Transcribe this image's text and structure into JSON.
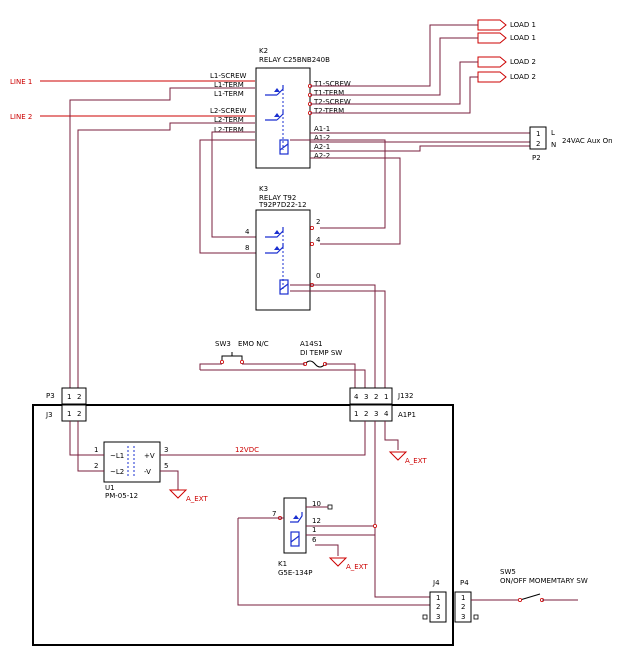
{
  "loads": [
    "LOAD 1",
    "LOAD 1",
    "LOAD 2",
    "LOAD 2"
  ],
  "lines": [
    "LINE 1",
    "LINE 2"
  ],
  "k2": {
    "ref": "K2",
    "part": "RELAY C25BNB240B",
    "left_pins": [
      "L1-SCREW",
      "L1-TERM",
      "L1-TERM",
      "L2-SCREW",
      "L2-TERM",
      "L2-TERM"
    ],
    "right_pins": [
      "T1-SCREW",
      "T1-TERM",
      "T2-SCREW",
      "T2-TERM",
      "A1-1",
      "A1-2",
      "A2-1",
      "A2-2"
    ]
  },
  "p2": {
    "ref": "P2",
    "pin1": "1",
    "pin2": "2",
    "l": "L",
    "n": "N",
    "label": "24VAC Aux On"
  },
  "k3": {
    "ref": "K3",
    "part": "RELAY T92",
    "part2": "T92P7D22-12",
    "p4": "4",
    "p8": "8",
    "p2": "2",
    "p4r": "4",
    "p0": "0"
  },
  "sw3": {
    "ref": "SW3",
    "label": "EMO N/C"
  },
  "a14": {
    "ref": "A14S1",
    "label": "DI TEMP SW"
  },
  "p3": {
    "ref": "P3",
    "p1": "1",
    "p2": "2"
  },
  "j3": {
    "ref": "J3",
    "p1": "1",
    "p2": "2"
  },
  "j132": {
    "ref": "J132",
    "pins": [
      "4",
      "3",
      "2",
      "1"
    ]
  },
  "a1p1": {
    "ref": "A1P1",
    "pins": [
      "1",
      "2",
      "3",
      "4"
    ]
  },
  "u1": {
    "ref": "U1",
    "part": "PM-05-12",
    "l1": "~L1",
    "l2": "~L2",
    "vp": "+V",
    "vn": "-V",
    "p1": "1",
    "p2": "2",
    "p3": "3",
    "p5": "5"
  },
  "net12": "12VDC",
  "gnd": "A_EXT",
  "k1": {
    "ref": "K1",
    "part": "G5E-134P",
    "p10": "10",
    "p7": "7",
    "p12": "12",
    "p1": "1",
    "p6": "6"
  },
  "j4": {
    "ref": "J4",
    "pins": [
      "1",
      "2",
      "3"
    ]
  },
  "p4": {
    "ref": "P4",
    "pins": [
      "1",
      "2",
      "3"
    ]
  },
  "sw5": {
    "ref": "SW5",
    "label": "ON/OFF MOMEMTARY SW"
  }
}
